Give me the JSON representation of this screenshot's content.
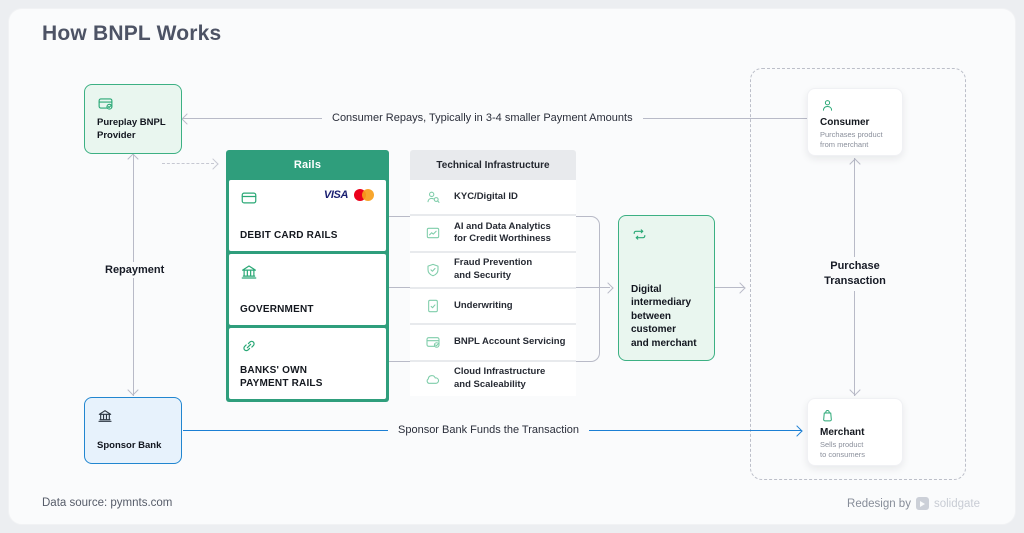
{
  "title": "How BNPL Works",
  "colors": {
    "rails_header": "#2f9e7c",
    "green_border": "#3cb083",
    "green_fill": "#e9f6ef",
    "blue_border": "#2186d0",
    "blue_fill": "#e7f2fc",
    "blue_arrow": "#1b7fd4",
    "gray_arrow": "#b8bac7",
    "visa_blue": "#1a1f71",
    "mastercard_red": "#eb001b",
    "mastercard_orange": "#f79e1b"
  },
  "provider_box": {
    "label": "Pureplay BNPL\nProvider",
    "icon": "credit-card-badge-icon"
  },
  "sponsor_box": {
    "label": "Sponsor Bank",
    "icon": "bank-icon"
  },
  "rails": {
    "header": "Rails",
    "visa_label": "VISA",
    "rows": [
      {
        "label": "DEBIT CARD RAILS",
        "icon": "credit-card-icon"
      },
      {
        "label": "GOVERNMENT",
        "icon": "bank-icon"
      },
      {
        "label": "BANKS' OWN\nPAYMENT RAILS",
        "icon": "link-icon"
      }
    ]
  },
  "tech": {
    "header": "Technical Infrastructure",
    "items": [
      {
        "label": "KYC/Digital ID",
        "icon": "person-search-icon"
      },
      {
        "label": "AI and Data Analytics\nfor Credit Worthiness",
        "icon": "analytics-icon"
      },
      {
        "label": "Fraud Prevention\nand Security",
        "icon": "shield-check-icon"
      },
      {
        "label": "Underwriting",
        "icon": "document-check-icon"
      },
      {
        "label": "BNPL Account Servicing",
        "icon": "credit-card-badge-icon"
      },
      {
        "label": "Cloud Infrastructure\nand Scaleability",
        "icon": "cloud-icon"
      }
    ]
  },
  "intermediary": {
    "label": "Digital\nintermediary\nbetween\ncustomer\nand merchant",
    "icon": "swap-icon"
  },
  "consumer": {
    "title": "Consumer",
    "subtitle": "Purchases product\nfrom merchant",
    "icon": "person-icon"
  },
  "merchant": {
    "title": "Merchant",
    "subtitle": "Sells product\nto consumers",
    "icon": "bag-icon"
  },
  "arrows": {
    "repays": "Consumer Repays, Typically in 3-4 smaller Payment Amounts",
    "repayment": "Repayment",
    "purchase": "Purchase\nTransaction",
    "funds": "Sponsor Bank Funds the Transaction"
  },
  "footer": {
    "source": "Data source: pymnts.com",
    "redesign": "Redesign by",
    "brand": "solidgate"
  }
}
